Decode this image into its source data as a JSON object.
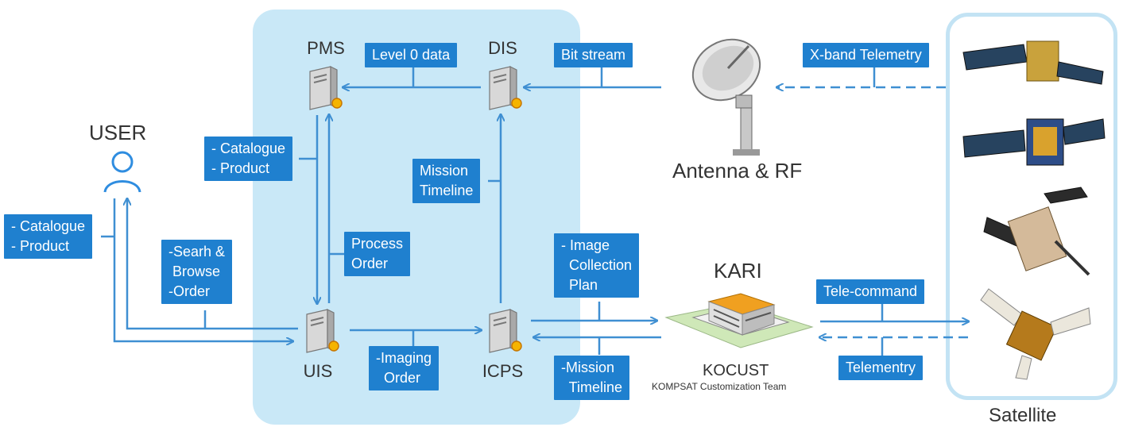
{
  "nodes": {
    "user": "USER",
    "pms": "PMS",
    "dis": "DIS",
    "uis": "UIS",
    "icps": "ICPS",
    "antenna": "Antenna & RF",
    "kari": "KARI",
    "kocust": "KOCUST",
    "kocust_sub": "KOMPSAT Customization Team",
    "satellite": "Satellite"
  },
  "labels": {
    "level0": "Level 0 data",
    "bitstream": "Bit stream",
    "xband": "X-band Telemetry",
    "catalogue_product_top": "- Catalogue\n- Product",
    "mission_timeline_top": "Mission\nTimeline",
    "catalogue_product_left": "- Catalogue\n- Product",
    "search_browse_order": "-Searh &\n Browse\n-Order",
    "process_order": "Process\nOrder",
    "image_collection_plan": "- Image\n  Collection\n  Plan",
    "telecommand": "Tele-command",
    "imaging_order": "-Imaging\n  Order",
    "mission_timeline_bottom": "-Mission\n  Timeline",
    "telementry": "Telementry"
  },
  "icons": [
    "user-icon",
    "server-icon",
    "antenna-icon",
    "building-icon",
    "satellite-icon"
  ],
  "colors": {
    "accent": "#1f80cf",
    "arrow": "#3f8fd2",
    "ground": "#c9e8f7"
  }
}
